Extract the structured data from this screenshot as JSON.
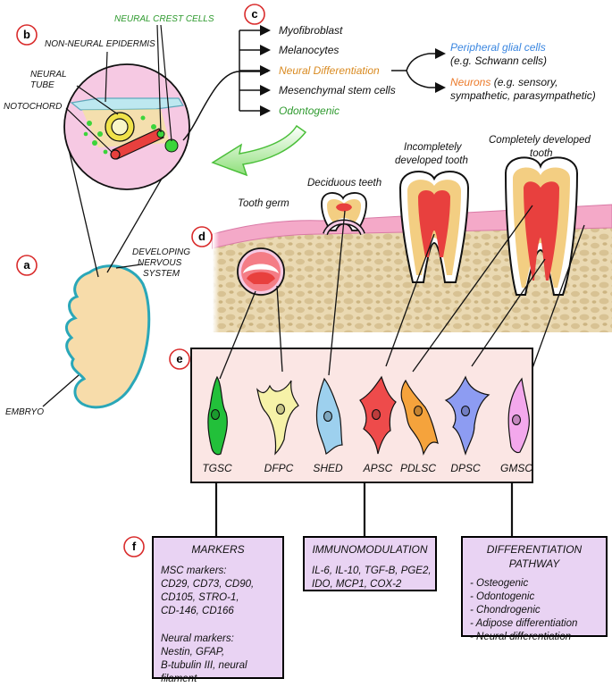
{
  "colors": {
    "neural_crest": "#2e9a2e",
    "glial": "#3a86e0",
    "neuron": "#ec7a2a",
    "odontogenic": "#2e9a2e",
    "neural_diff": "#d98a20",
    "circle_label": "#d92b2b",
    "box_fill": "#e9d3f3",
    "bone": "#e8d7b0",
    "gum": "#f4a9c8",
    "cells_panel": "#fbe6e4"
  },
  "labels": {
    "a": "a",
    "b": "b",
    "c": "c",
    "d": "d",
    "e": "e",
    "f": "f"
  },
  "embryo": {
    "embryo_label": "EMBRYO",
    "developing_line1": "DEVELOPING",
    "developing_line2": "NERVOUS",
    "developing_line3": "SYSTEM"
  },
  "cross_section": {
    "neural_crest_cells": "NEURAL CREST CELLS",
    "non_neural_epidermis": "NON-NEURAL EPIDERMIS",
    "neural_tube_line1": "NEURAL",
    "neural_tube_line2": "TUBE",
    "notochord": "NOTOCHORD"
  },
  "fates": {
    "items": [
      "Myofibroblast",
      "Melanocytes",
      "Neural Differentiation",
      "Mesenchymal stem cells",
      "Odontogenic"
    ],
    "glial_title": "Peripheral glial cells",
    "glial_example": "(e.g. Schwann cells)",
    "neurons_title": "Neurons",
    "neurons_example_1": " (e.g. sensory,",
    "neurons_example_2": "sympathetic, parasympathetic)"
  },
  "teeth": {
    "tooth_germ": "Tooth germ",
    "deciduous": "Deciduous teeth",
    "incomplete_line1": "Incompletely",
    "incomplete_line2": "developed tooth",
    "complete_line1": "Completely developed",
    "complete_line2": "tooth"
  },
  "cells": [
    {
      "abbr": "TGSC",
      "color": "#22c03a"
    },
    {
      "abbr": "DFPC",
      "color": "#f6f2a8"
    },
    {
      "abbr": "SHED",
      "color": "#9dd0ee"
    },
    {
      "abbr": "APSC",
      "color": "#ee4b4b"
    },
    {
      "abbr": "PDLSC",
      "color": "#f5a33c"
    },
    {
      "abbr": "DPSC",
      "color": "#8d9cf2"
    },
    {
      "abbr": "GMSC",
      "color": "#f3a8ec"
    }
  ],
  "markers_box": {
    "title": "MARKERS",
    "lines": [
      "MSC markers:",
      "CD29, CD73, CD90,",
      "CD105, STRO-1,",
      "CD-146, CD166",
      "",
      "Neural markers:",
      "Nestin, GFAP,",
      "B-tubulin III, neural",
      "filament"
    ]
  },
  "immuno_box": {
    "title": "IMMUNOMODULATION",
    "lines": [
      "IL-6, IL-10, TGF-B, PGE2,",
      "IDO, MCP1, COX-2"
    ]
  },
  "diff_box": {
    "title_line1": "DIFFERENTIATION",
    "title_line2": "PATHWAY",
    "lines": [
      "- Osteogenic",
      "- Odontogenic",
      "- Chondrogenic",
      "- Adipose differentiation",
      "- Neural differentiation"
    ]
  }
}
